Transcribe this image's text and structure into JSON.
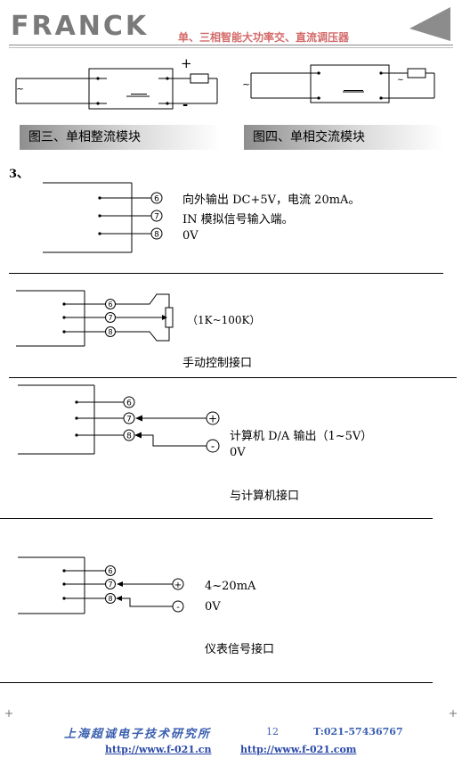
{
  "header": {
    "logo": "FRANCK",
    "title": "单、三相智能大功率交、直流调压器"
  },
  "figures": {
    "fig3_caption": "图三、单相整流模块",
    "fig4_caption": "图四、单相交流模块",
    "fig3_plus": "+",
    "fig3_minus": "-",
    "tilde": "~"
  },
  "section3": {
    "number": "3、",
    "line1": "向外输出 DC+5V，电流 20mA。",
    "line2": "IN 模拟信号输入端。",
    "line3": "0V",
    "pins": [
      "6",
      "7",
      "8"
    ]
  },
  "manual": {
    "resistor_range": "（1K~100K）",
    "caption": "手动控制接口"
  },
  "computer": {
    "output_label": "计算机 D/A 输出（1~5V）",
    "zero": "0V",
    "caption": "与计算机接口",
    "plus": "+",
    "minus": "-"
  },
  "meter": {
    "current_label": "4~20mA",
    "zero": "0V",
    "caption": "仪表信号接口",
    "plus": "+",
    "minus": "-"
  },
  "footer": {
    "company": "上海超诚电子技术研究所",
    "page": "12",
    "tel": "T:021-57436767",
    "link1": "http://www.f-021.cn",
    "link2": "http://www.f-021.com"
  },
  "colors": {
    "header_title": "#d46a6a",
    "footer_text": "#3a5fb0"
  }
}
